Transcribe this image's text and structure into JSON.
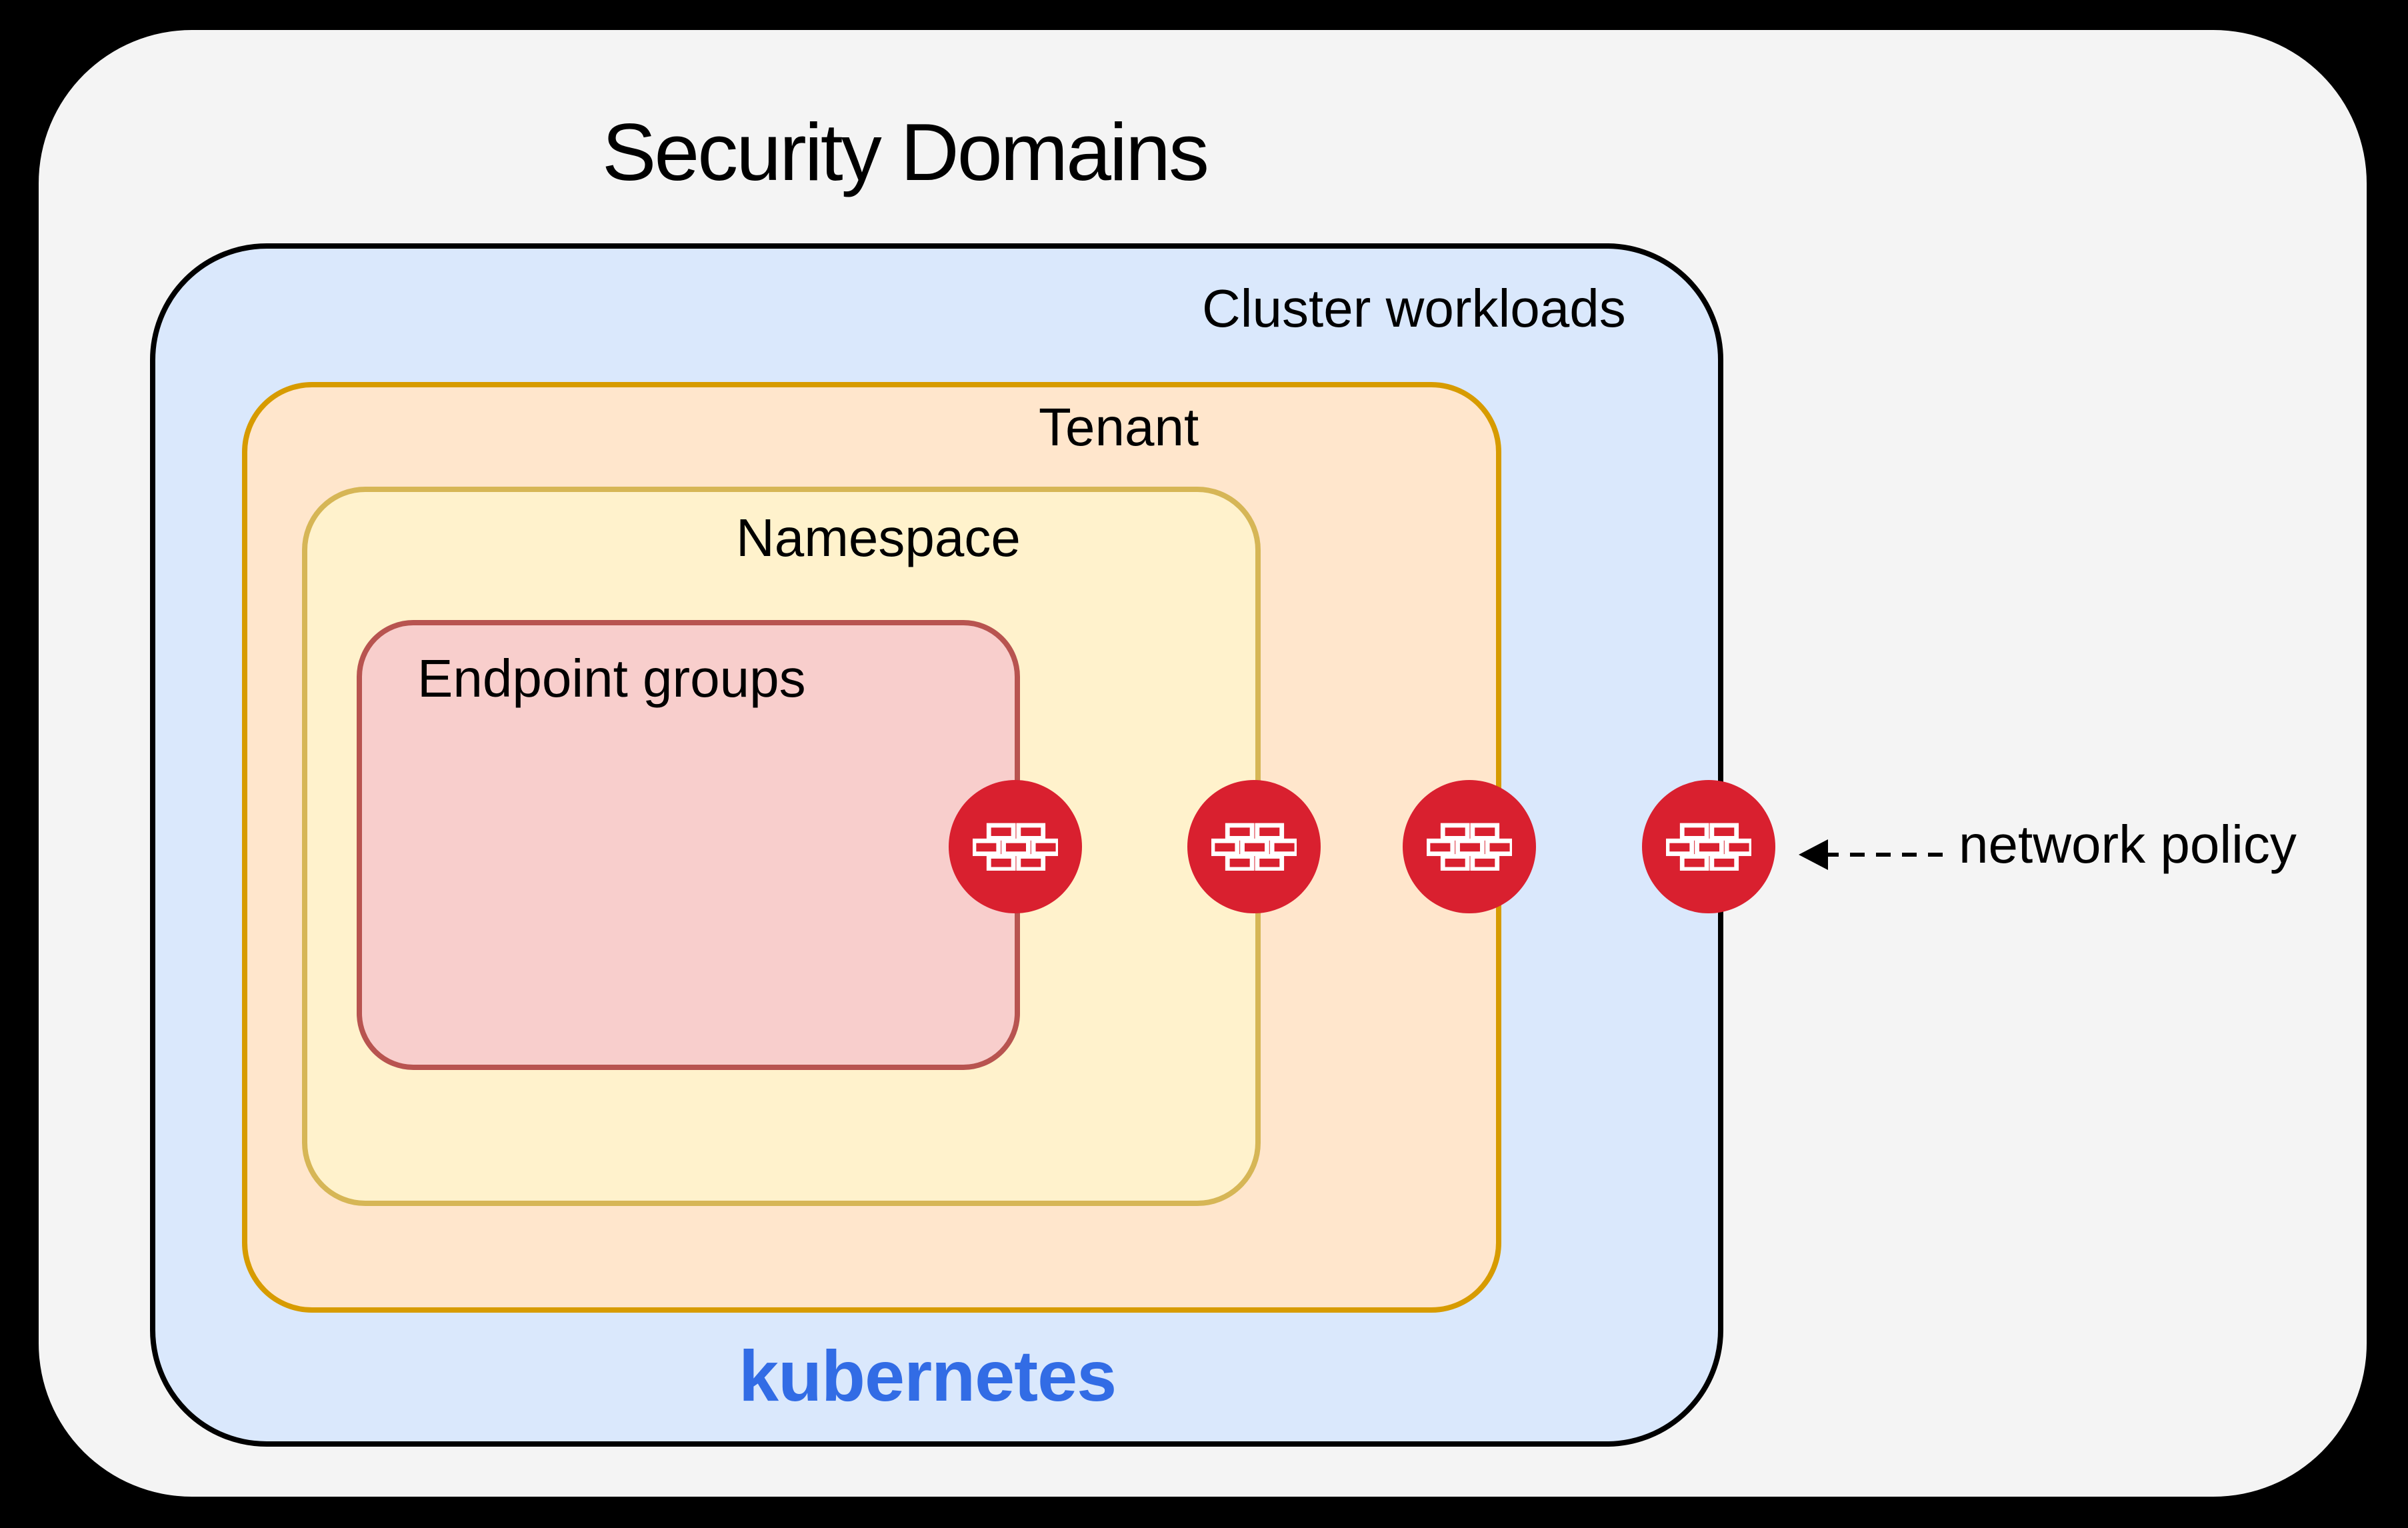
{
  "title": "Security Domains",
  "domains": {
    "cluster": {
      "label": "Cluster workloads",
      "brand": "kubernetes",
      "fill": "#DAE8FC",
      "border": "#000000"
    },
    "tenant": {
      "label": "Tenant",
      "fill": "#FFE6CC",
      "border": "#D79B00"
    },
    "namespace": {
      "label": "Namespace",
      "fill": "#FFF2CC",
      "border": "#D6B656"
    },
    "endpoint": {
      "label": "Endpoint groups",
      "fill": "#F8CECC",
      "border": "#B85450"
    }
  },
  "annotation": {
    "label": "network policy"
  },
  "colors": {
    "firewall_red": "#D9202F",
    "kubernetes_blue": "#326CE5",
    "panel_gray": "#F4F4F4",
    "background": "#000000"
  }
}
